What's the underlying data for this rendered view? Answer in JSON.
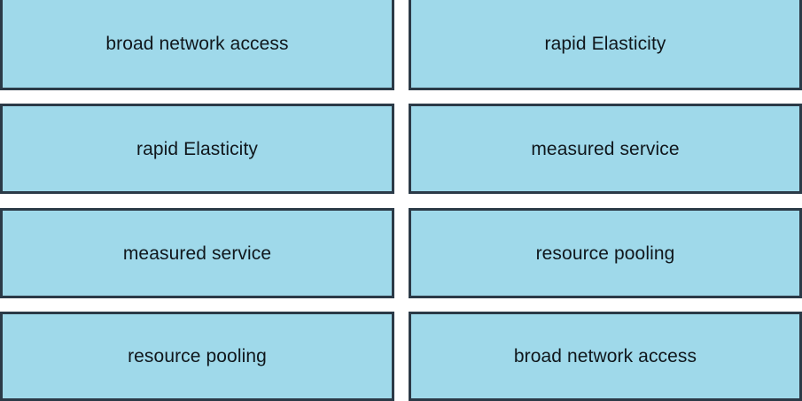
{
  "diagram": {
    "type": "matching-boxes",
    "columns": 2,
    "rows": 4,
    "style": {
      "box_fill": "#9FD9EA",
      "box_border": "#2B3A47",
      "text_color": "#10171C",
      "background": "#FFFFFF"
    },
    "left_column": {
      "name": "left-column",
      "boxes": [
        {
          "label": "broad network access"
        },
        {
          "label": "rapid Elasticity"
        },
        {
          "label": "measured service"
        },
        {
          "label": "resource pooling"
        }
      ]
    },
    "right_column": {
      "name": "right-column",
      "boxes": [
        {
          "label": "rapid Elasticity"
        },
        {
          "label": "measured service"
        },
        {
          "label": "resource pooling"
        },
        {
          "label": "broad network access"
        }
      ]
    }
  }
}
